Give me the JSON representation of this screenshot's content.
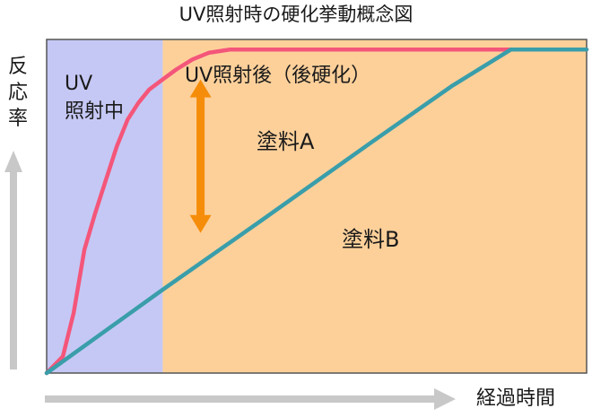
{
  "chart_data": {
    "type": "line",
    "title": "UV照射時の硬化挙動概念図",
    "xlabel": "経過時間",
    "ylabel": "反応率",
    "xlim": [
      0,
      100
    ],
    "ylim": [
      0,
      100
    ],
    "grid": false,
    "regions": [
      {
        "label": "UV\n照射中",
        "x_from": 0,
        "x_to": 21.5,
        "color": "#c5c8f4"
      },
      {
        "label": "UV照射後（後硬化）",
        "x_from": 21.5,
        "x_to": 100,
        "color": "#fdd09a"
      }
    ],
    "series": [
      {
        "name": "塗料A",
        "color": "#f4567a",
        "x": [
          0,
          3,
          5,
          7,
          9,
          11,
          13,
          15,
          17,
          19,
          21.5,
          24,
          27,
          30,
          34,
          40,
          50,
          60,
          70,
          80,
          90,
          100
        ],
        "y": [
          0,
          5,
          18,
          37,
          48,
          58,
          68,
          76,
          81,
          85,
          88,
          91,
          94,
          96,
          97,
          97,
          97,
          97,
          97,
          97,
          97,
          97
        ]
      },
      {
        "name": "塗料B",
        "color": "#3a9eaa",
        "x": [
          0,
          21.5,
          40,
          60,
          75,
          86,
          100
        ],
        "y": [
          0,
          25,
          46,
          69,
          86,
          97,
          97
        ]
      }
    ],
    "annotations": [
      {
        "type": "double-arrow",
        "x": 28.5,
        "y_from": 42,
        "y_to": 88,
        "color": "#f58d0a"
      }
    ]
  }
}
